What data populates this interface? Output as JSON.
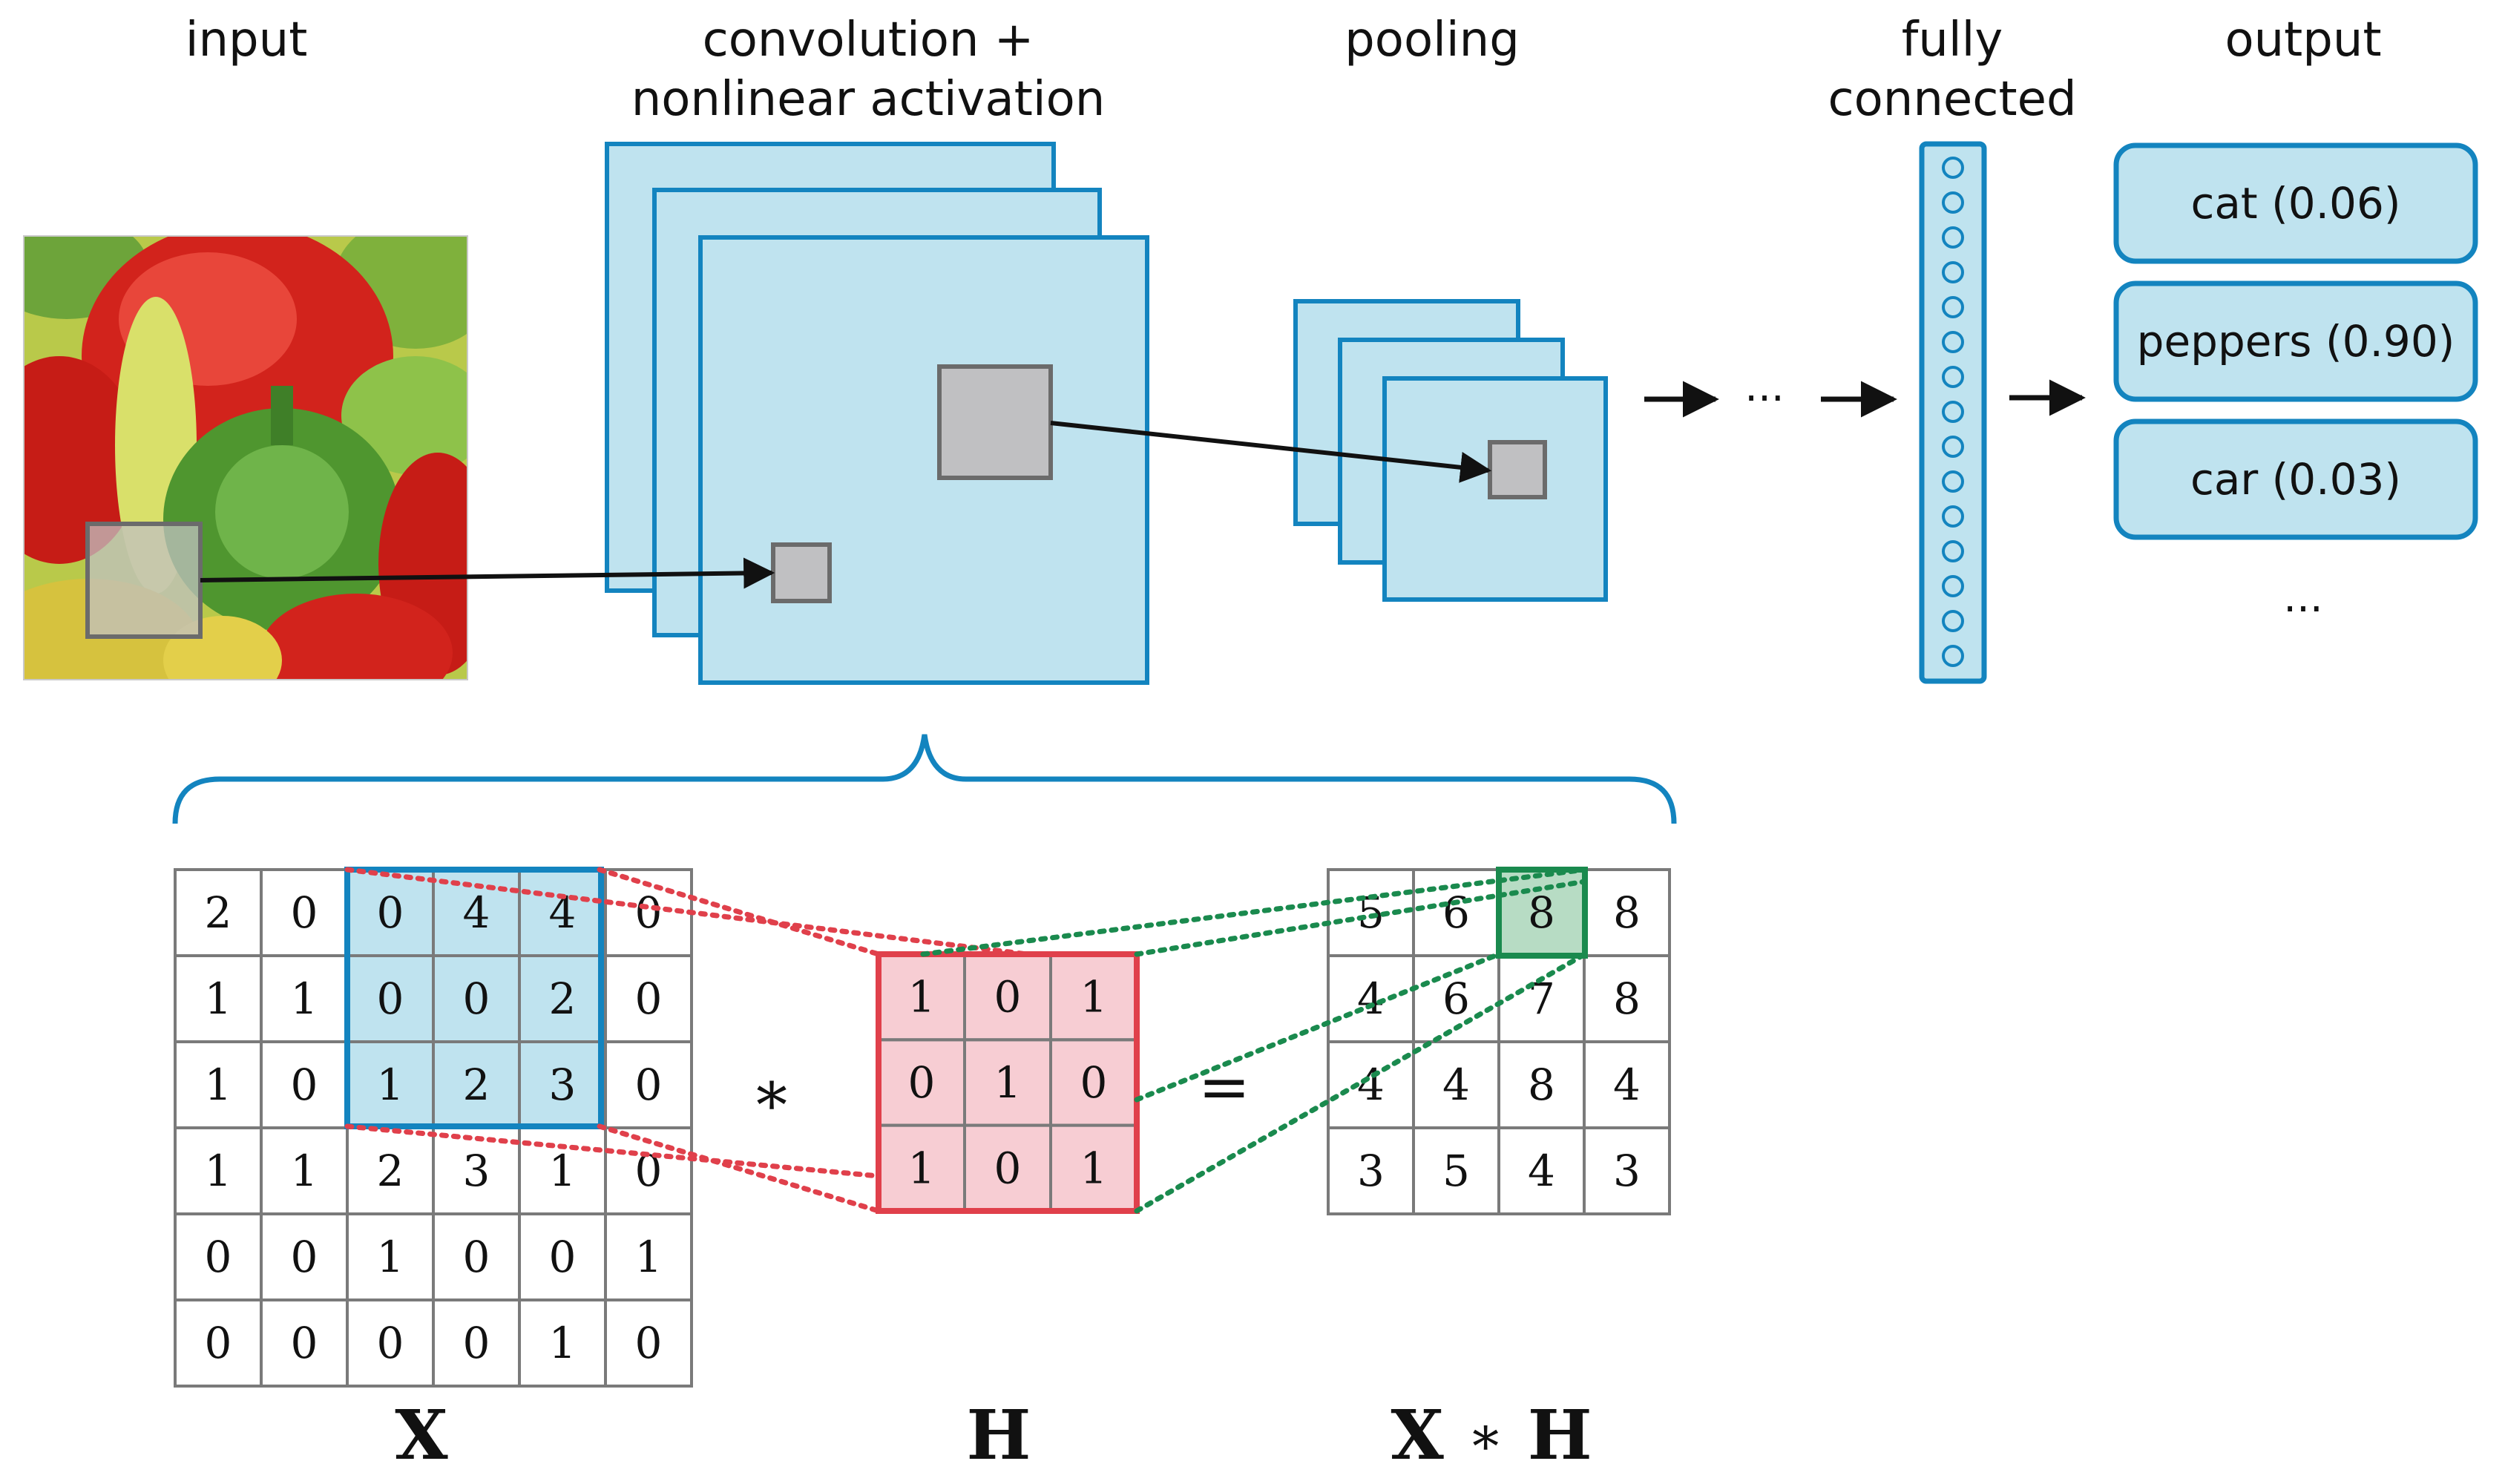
{
  "labels": {
    "input": "input",
    "conv_line1": "convolution +",
    "conv_line2": "nonlinear activation",
    "pooling": "pooling",
    "fc_line1": "fully",
    "fc_line2": "connected",
    "output": "output"
  },
  "ellipsis_text": "...",
  "outputs": [
    {
      "label": "cat (0.06)"
    },
    {
      "label": "peppers (0.90)"
    },
    {
      "label": "car (0.03)"
    }
  ],
  "matrices": {
    "X": {
      "title": "X",
      "rows": [
        [
          2,
          0,
          0,
          4,
          4,
          0
        ],
        [
          1,
          1,
          0,
          0,
          2,
          0
        ],
        [
          1,
          0,
          1,
          2,
          3,
          0
        ],
        [
          1,
          1,
          2,
          3,
          1,
          0
        ],
        [
          0,
          0,
          1,
          0,
          0,
          1
        ],
        [
          0,
          0,
          0,
          0,
          1,
          0
        ]
      ]
    },
    "H": {
      "title": "H",
      "rows": [
        [
          1,
          0,
          1
        ],
        [
          0,
          1,
          0
        ],
        [
          1,
          0,
          1
        ]
      ]
    },
    "XH": {
      "title_left": "X",
      "title_op": "∗",
      "title_right": "H",
      "rows": [
        [
          5,
          6,
          8,
          8
        ],
        [
          4,
          6,
          7,
          8
        ],
        [
          4,
          4,
          8,
          4
        ],
        [
          3,
          5,
          4,
          3
        ]
      ]
    }
  },
  "operators": {
    "convolve": "∗",
    "equals": "="
  },
  "colors": {
    "feature_map_fill": "#bfe3ef",
    "feature_map_stroke": "#1384bf",
    "patch_gray": "#c0c0c2",
    "patch_stroke": "#6b6b6b",
    "kernel_fill": "#f7cdd3",
    "kernel_stroke": "#e0404b",
    "highlight_green_fill": "#b7dcc4",
    "highlight_green_stroke": "#1a8a4e",
    "grid_stroke": "#7a7a7a",
    "arrow": "#111111",
    "pepper_red": "#d2231c",
    "pepper_green": "#5a9d3a",
    "pepper_yellow": "#e6d24a"
  },
  "fc_neuron_count": 15
}
